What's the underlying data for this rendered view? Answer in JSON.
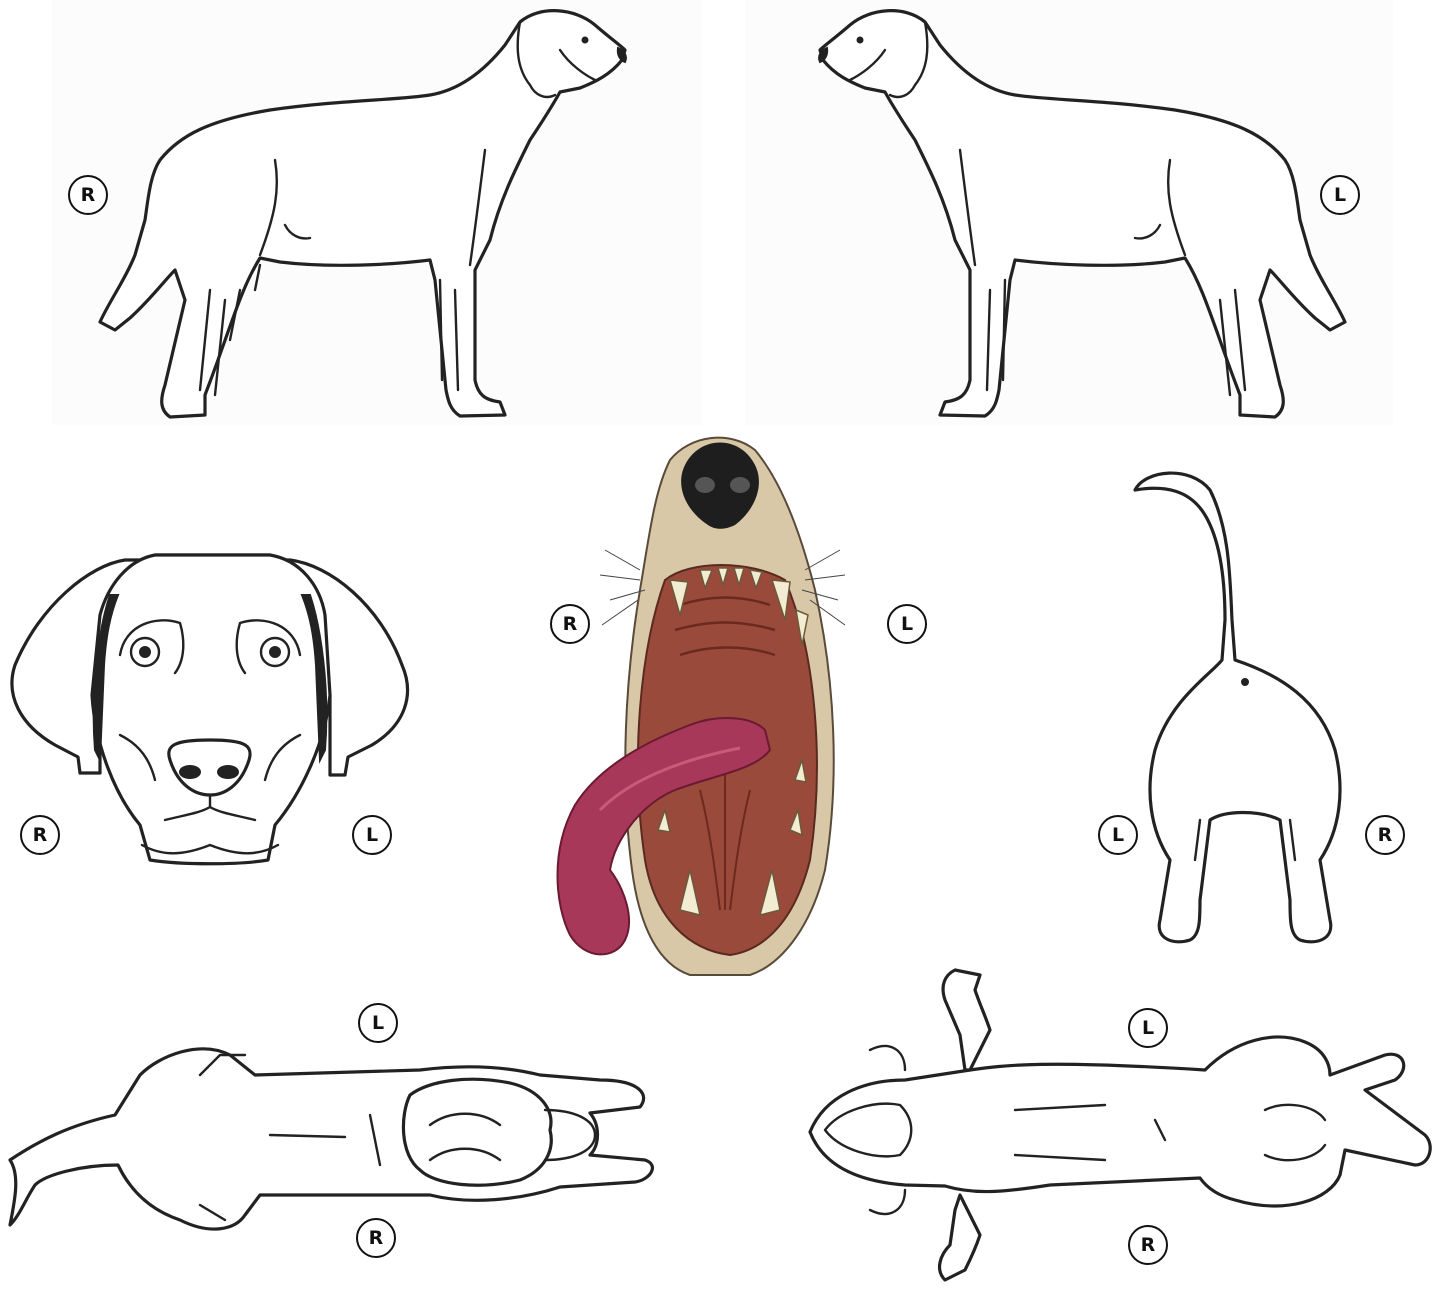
{
  "markers": {
    "lateral_right": "R",
    "lateral_left": "L",
    "front_right": "R",
    "front_left": "L",
    "mouth_right": "R",
    "mouth_left": "L",
    "rear_left": "L",
    "rear_right": "R",
    "dorsal_left": "L",
    "dorsal_right": "R",
    "ventral_left": "L",
    "ventral_right": "R"
  },
  "colors": {
    "outline": "#222222",
    "tongue": "#a8385a",
    "mouth_tissue": "#9a4a3a",
    "fur": "#d8c8a8",
    "teeth": "#f2ecd2"
  }
}
